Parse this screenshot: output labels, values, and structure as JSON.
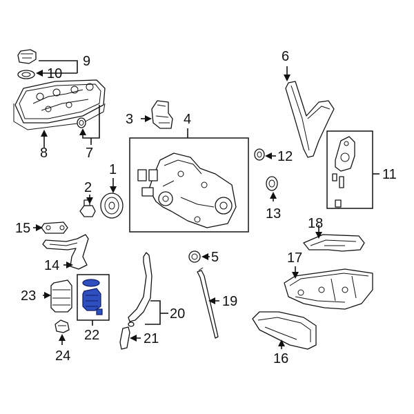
{
  "diagram": {
    "accent_color": "#2f4fbf",
    "highlighted_callout": "22",
    "callouts": {
      "c1": "1",
      "c2": "2",
      "c3": "3",
      "c4": "4",
      "c5": "5",
      "c6": "6",
      "c7": "7",
      "c8": "8",
      "c9": "9",
      "c10": "10",
      "c11": "11",
      "c12": "12",
      "c13": "13",
      "c14": "14",
      "c15": "15",
      "c16": "16",
      "c17": "17",
      "c18": "18",
      "c19": "19",
      "c20": "20",
      "c21": "21",
      "c22": "22",
      "c23": "23",
      "c24": "24"
    }
  }
}
